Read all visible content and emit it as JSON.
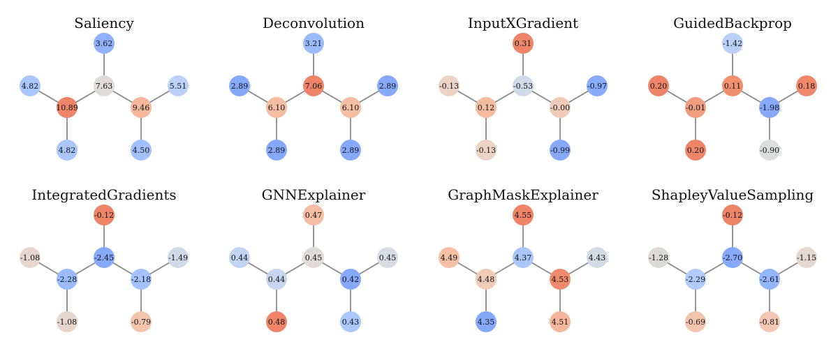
{
  "panels": [
    {
      "title": "Saliency",
      "nodes": [
        {
          "label": "3.62",
          "color": "#90b2fe"
        },
        {
          "label": "4.82",
          "color": "#aac7fd"
        },
        {
          "label": "7.63",
          "color": "#e0dbd8"
        },
        {
          "label": "5.51",
          "color": "#bbd1f8"
        },
        {
          "label": "10.89",
          "color": "#ee8468"
        },
        {
          "label": "9.46",
          "color": "#f5b89c"
        },
        {
          "label": "4.82",
          "color": "#aac7fd"
        },
        {
          "label": "4.50",
          "color": "#a1c0ff"
        }
      ]
    },
    {
      "title": "Deconvolution",
      "nodes": [
        {
          "label": "3.21",
          "color": "#9abbff"
        },
        {
          "label": "2.89",
          "color": "#86a9fc"
        },
        {
          "label": "7.06",
          "color": "#ee8468"
        },
        {
          "label": "2.89",
          "color": "#86a9fc"
        },
        {
          "label": "6.10",
          "color": "#f5bda1"
        },
        {
          "label": "6.10",
          "color": "#f5bda1"
        },
        {
          "label": "2.89",
          "color": "#86a9fc"
        },
        {
          "label": "2.89",
          "color": "#86a9fc"
        }
      ]
    },
    {
      "title": "InputXGradient",
      "nodes": [
        {
          "label": "0.31",
          "color": "#ee8468"
        },
        {
          "label": "-0.13",
          "color": "#ecd3c5"
        },
        {
          "label": "-0.53",
          "color": "#cfdaea"
        },
        {
          "label": "-0.97",
          "color": "#88abfd"
        },
        {
          "label": "0.12",
          "color": "#f5bca0"
        },
        {
          "label": "-0.00",
          "color": "#f0cbb7"
        },
        {
          "label": "-0.13",
          "color": "#ecd3c5"
        },
        {
          "label": "-0.99",
          "color": "#86a9fc"
        }
      ]
    },
    {
      "title": "GuidedBackprop",
      "nodes": [
        {
          "label": "-1.42",
          "color": "#bad0f8"
        },
        {
          "label": "0.20",
          "color": "#ee8468"
        },
        {
          "label": "0.11",
          "color": "#f0906f"
        },
        {
          "label": "0.18",
          "color": "#ef886b"
        },
        {
          "label": "-0.01",
          "color": "#f19d80"
        },
        {
          "label": "-1.98",
          "color": "#86a9fc"
        },
        {
          "label": "0.20",
          "color": "#ee8468"
        },
        {
          "label": "-0.90",
          "color": "#dcdddd"
        }
      ]
    },
    {
      "title": "IntegratedGradients",
      "nodes": [
        {
          "label": "-0.12",
          "color": "#ee8468"
        },
        {
          "label": "-1.08",
          "color": "#e8d6cc"
        },
        {
          "label": "-2.45",
          "color": "#86a9fc"
        },
        {
          "label": "-1.49",
          "color": "#cfdaea"
        },
        {
          "label": "-2.28",
          "color": "#9abbff"
        },
        {
          "label": "-2.18",
          "color": "#a3c2fe"
        },
        {
          "label": "-1.08",
          "color": "#e8d6cc"
        },
        {
          "label": "-0.79",
          "color": "#f4c5ad"
        }
      ]
    },
    {
      "title": "GNNExplainer",
      "nodes": [
        {
          "label": "0.47",
          "color": "#f5bda1"
        },
        {
          "label": "0.44",
          "color": "#c1d4f4"
        },
        {
          "label": "0.45",
          "color": "#e0dbd8"
        },
        {
          "label": "0.45",
          "color": "#d7dce3"
        },
        {
          "label": "0.44",
          "color": "#c7d7f0"
        },
        {
          "label": "0.42",
          "color": "#86a9fc"
        },
        {
          "label": "0.48",
          "color": "#ee8468"
        },
        {
          "label": "0.43",
          "color": "#abc8fd"
        }
      ]
    },
    {
      "title": "GraphMaskExplainer",
      "nodes": [
        {
          "label": "4.55",
          "color": "#ee8468"
        },
        {
          "label": "4.49",
          "color": "#f6bfa6"
        },
        {
          "label": "4.37",
          "color": "#a9c6fd"
        },
        {
          "label": "4.43",
          "color": "#d4dbe6"
        },
        {
          "label": "4.48",
          "color": "#f2cbb7"
        },
        {
          "label": "4.53",
          "color": "#f08b6e"
        },
        {
          "label": "4.35",
          "color": "#86a9fc"
        },
        {
          "label": "4.51",
          "color": "#f4b79b"
        }
      ]
    },
    {
      "title": "ShapleyValueSampling",
      "nodes": [
        {
          "label": "-0.12",
          "color": "#ee8468"
        },
        {
          "label": "-1.28",
          "color": "#ddd9d6"
        },
        {
          "label": "-2.70",
          "color": "#86a9fc"
        },
        {
          "label": "-1.15",
          "color": "#e6d7cf"
        },
        {
          "label": "-2.29",
          "color": "#b1cbfc"
        },
        {
          "label": "-2.61",
          "color": "#94b6ff"
        },
        {
          "label": "-0.69",
          "color": "#f4c5ad"
        },
        {
          "label": "-0.81",
          "color": "#f3c7b1"
        }
      ]
    }
  ]
}
